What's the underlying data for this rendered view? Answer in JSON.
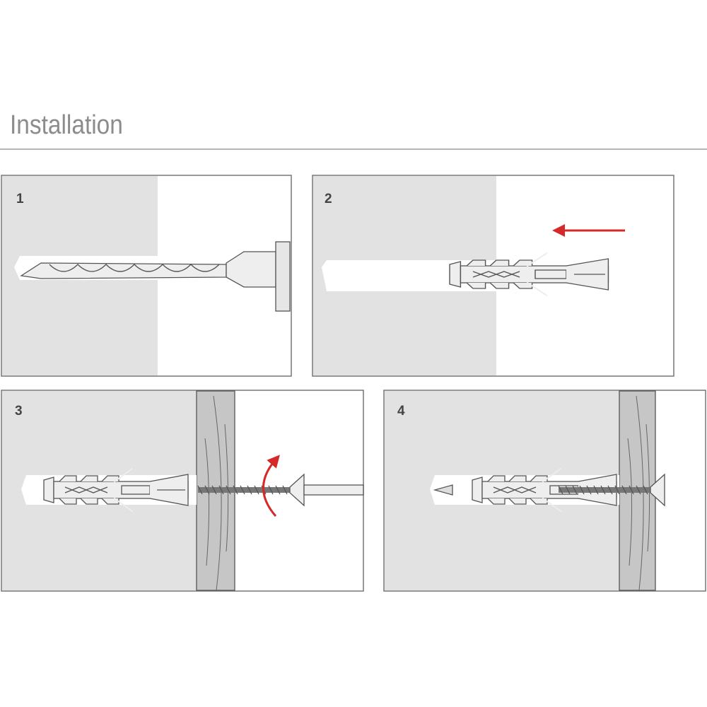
{
  "header": {
    "title": "Installation"
  },
  "steps": [
    {
      "number": "1",
      "action": "drill"
    },
    {
      "number": "2",
      "action": "insert-plug"
    },
    {
      "number": "3",
      "action": "drive-screw"
    },
    {
      "number": "4",
      "action": "fixed"
    }
  ],
  "colors": {
    "wall": "#e2e2e2",
    "board": "#c6c6c6",
    "arrow": "#d42a2a",
    "outline": "#555555"
  }
}
